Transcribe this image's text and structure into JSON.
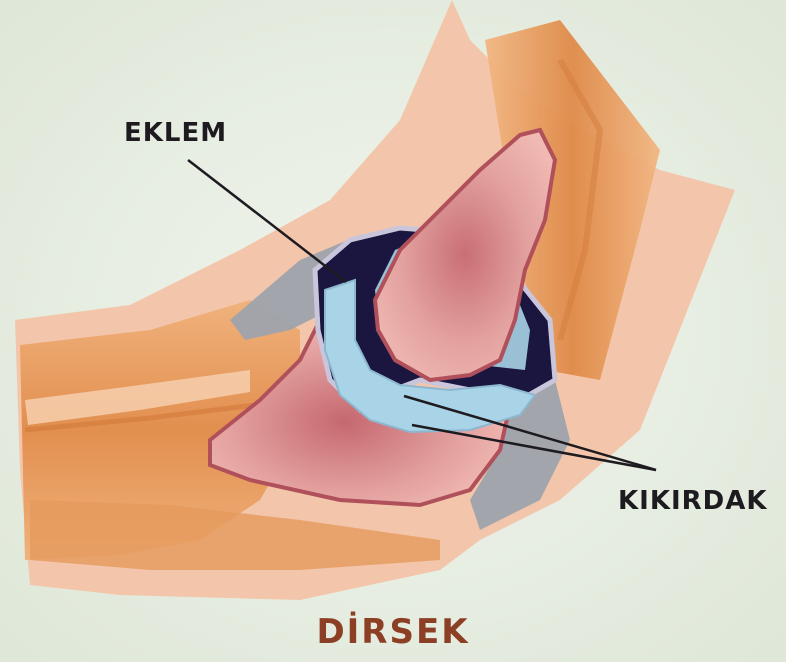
{
  "labels": {
    "joint": "EKLEM",
    "cartilage": "KIKIRDAK"
  },
  "caption": "DİRSEK",
  "colors": {
    "background": "#e6ede1",
    "skin": "#f3c6ab",
    "muscle": "#e9a265",
    "bone": "#e6a0a0",
    "bone_outline": "#b0505a",
    "cartilage": "#a9d3e6",
    "joint_cavity": "#1a1640",
    "ligament": "#9aa0aa",
    "caption": "#8c3f24",
    "label_text": "#1d1b20"
  }
}
